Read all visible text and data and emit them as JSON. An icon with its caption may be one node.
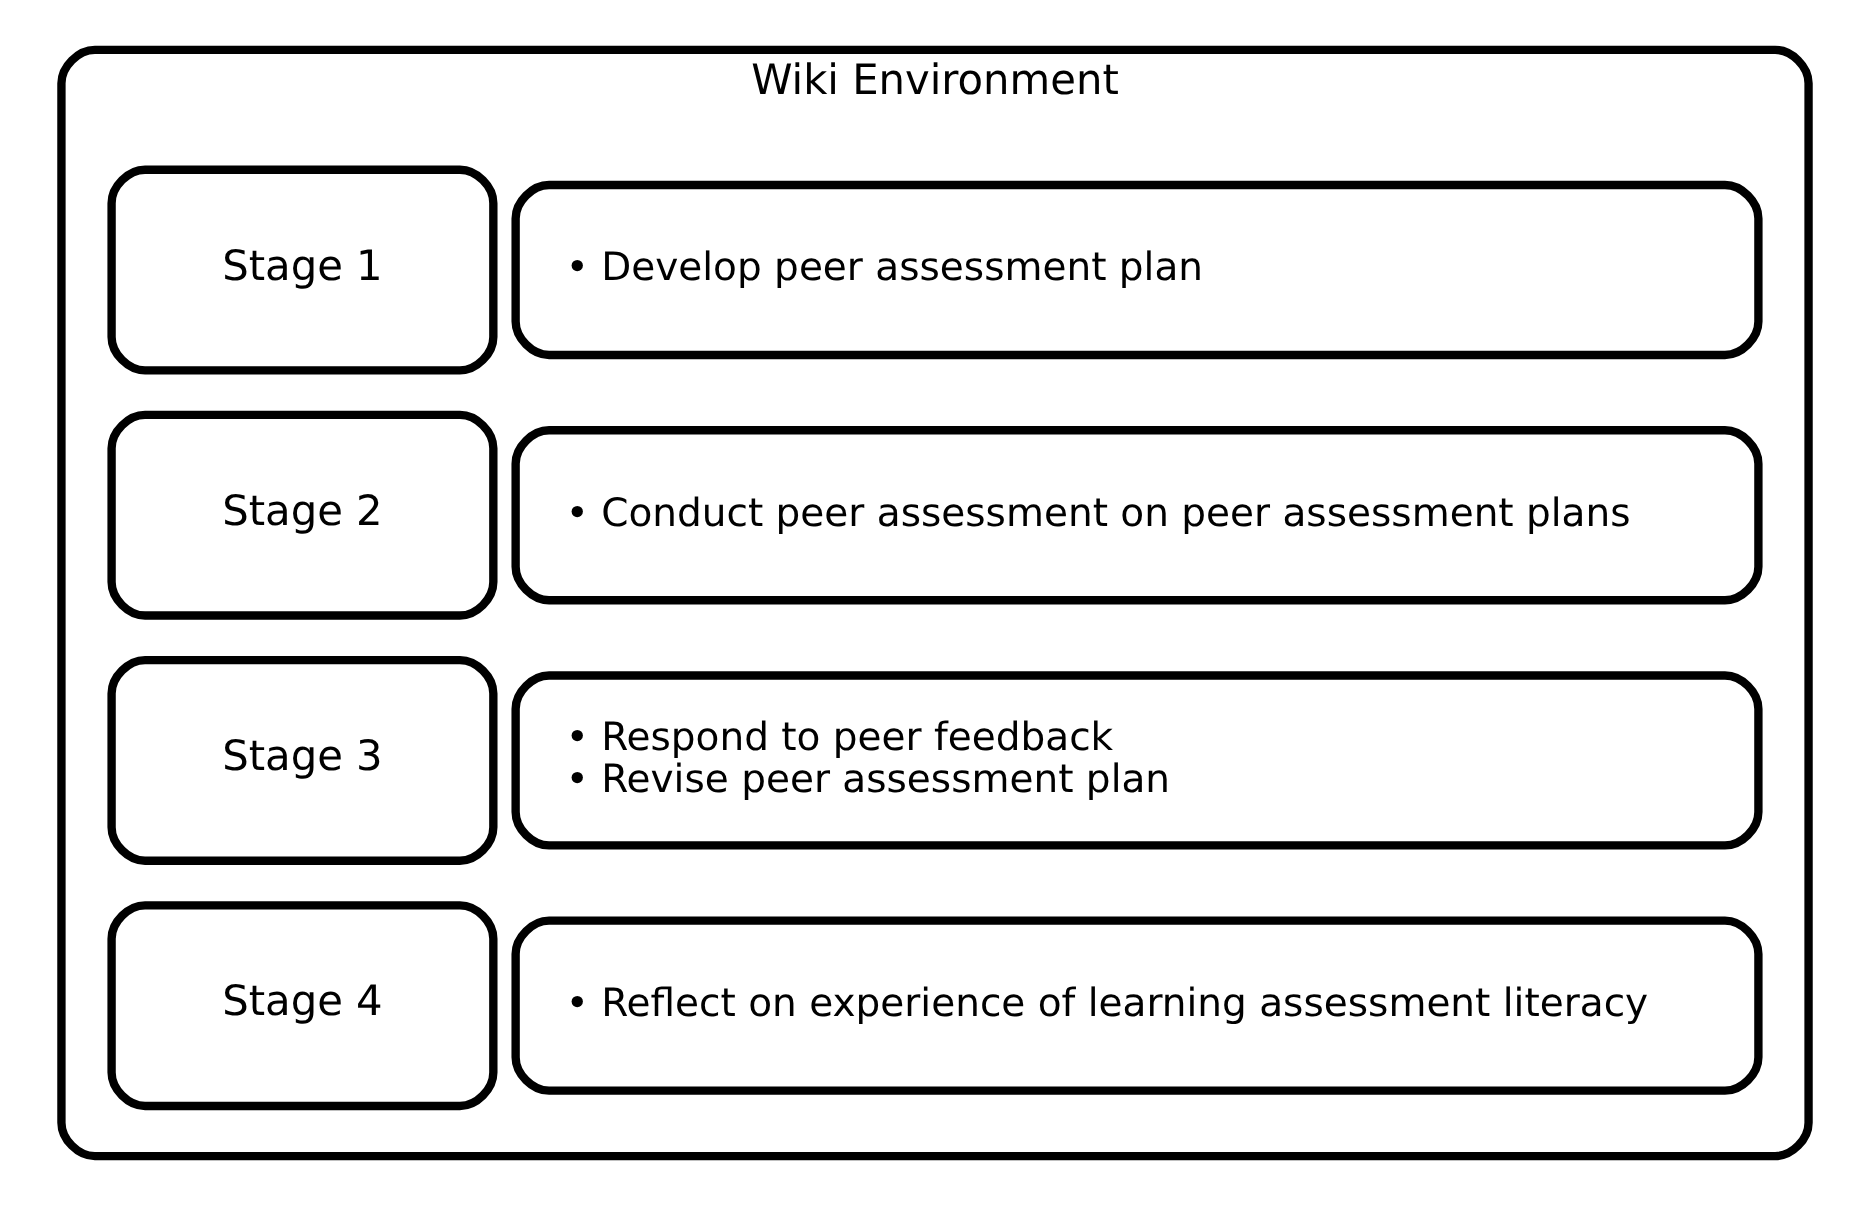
{
  "diagram": {
    "nodes": [
      {
        "text": [
          "Wiki Environment"
        ]
      },
      {
        "text": [
          "Stage 1"
        ],
        "in": 0
      },
      {
        "text": [
          "• Develop peer assessment plan"
        ],
        "in": 0
      },
      {
        "text": [
          "Stage 2"
        ],
        "in": 0
      },
      {
        "text": [
          "• Conduct peer assessment on peer assessment plans"
        ],
        "in": 0
      },
      {
        "text": [
          "Stage 3"
        ],
        "in": 0
      },
      {
        "text": [
          "• Respond to peer feedback",
          "• Revise peer assessment plan"
        ],
        "in": 0
      },
      {
        "text": [
          "Stage 4"
        ],
        "in": 0
      },
      {
        "text": [
          "• Reflect on experience of learning assessment literacy"
        ],
        "in": 0
      }
    ],
    "edges": []
  }
}
